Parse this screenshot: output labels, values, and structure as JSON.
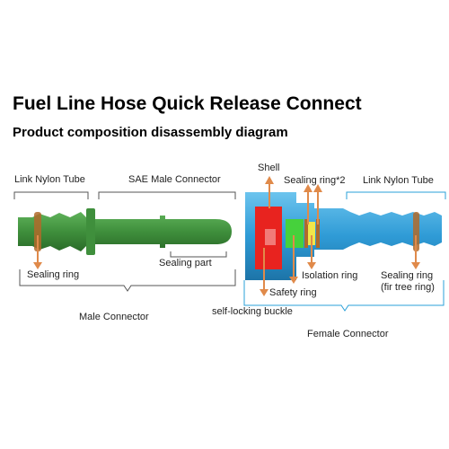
{
  "title": "Fuel Line Hose Quick Release Connect",
  "subtitle": "Product composition disassembly diagram",
  "male": {
    "link_tube_label": "Link Nylon Tube",
    "sae_label": "SAE Male Connector",
    "sealing_ring_label": "Sealing ring",
    "sealing_part_label": "Sealing part",
    "group_label": "Male Connector"
  },
  "female": {
    "shell_label": "Shell",
    "sealing_ring2_label": "Sealing ring*2",
    "link_tube_label": "Link Nylon Tube",
    "isolation_label": "Isolation ring",
    "fir_label_1": "Sealing ring",
    "fir_label_2": "(fir tree ring)",
    "safety_label": "Safety ring",
    "buckle_label": "self-locking buckle",
    "group_label": "Female Connector"
  },
  "colors": {
    "male_body": "#3f8f3c",
    "female_body": "#2f9bd6",
    "ring": "#b06a2a",
    "red_part": "#e8231f",
    "green_part": "#46d13c",
    "yellow_part": "#f2e64a",
    "arrow": "#e08a4a",
    "bracket_male": "#555555",
    "bracket_female": "#2aa0d8"
  }
}
